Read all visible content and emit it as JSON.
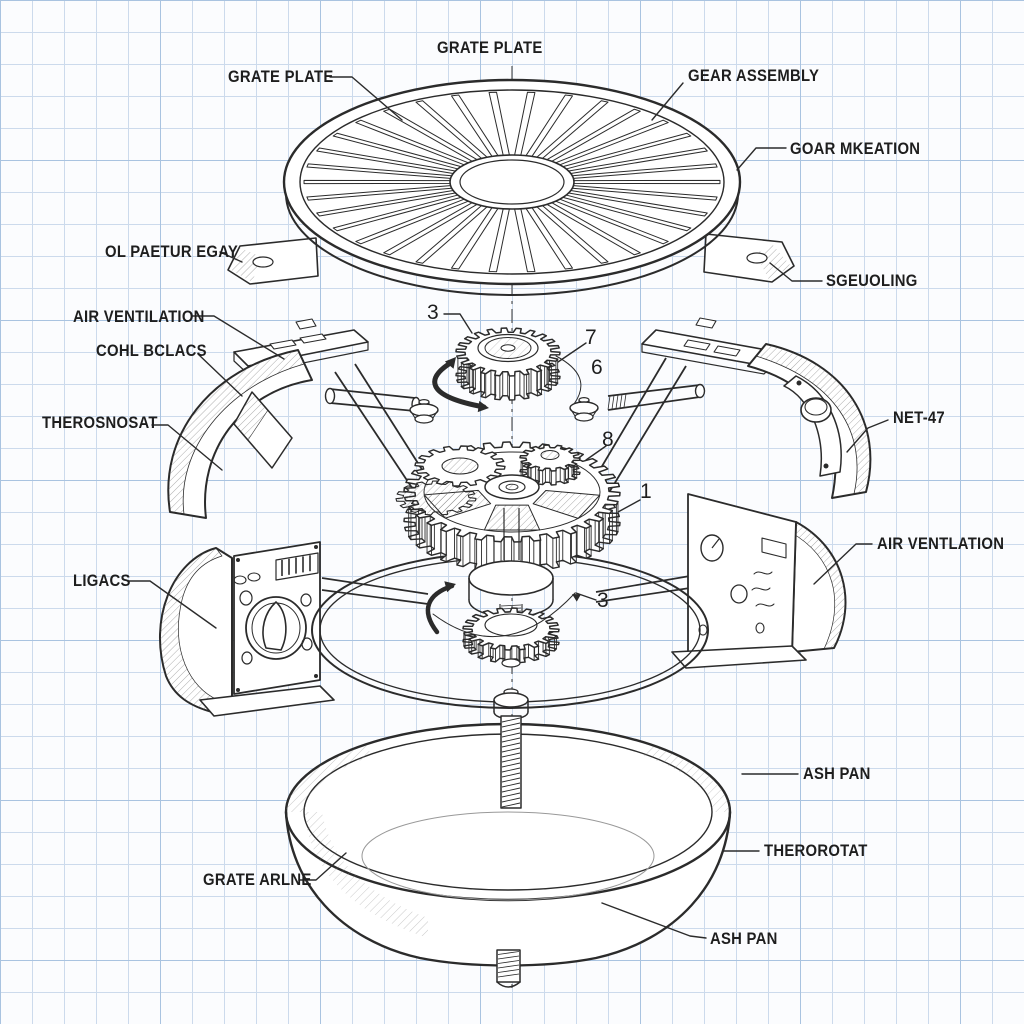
{
  "colors": {
    "paper": "#fbfcfe",
    "grid_minor": "#ccdaec",
    "grid_major": "#a9c3e0",
    "ink": "#2b2b2b"
  },
  "labels": {
    "grate_plate_top": "GRATE PLATE",
    "grate_plate_left": "GRATE PLATE",
    "gear_assembly": "GEAR ASSEMBLY",
    "goar_mkeation": "GOAR MKEATION",
    "ol_paetur_egay": "OL PAETUR EGAY",
    "sgeuoling": "SGEUOLING",
    "air_ventilation_left": "AIR VENTILATION",
    "cohl_bclacs": "COHL BCLACS",
    "therosnosat": "THEROSNOSAT",
    "net_47": "NET-47",
    "air_ventlation_right": "AIR VENTLATION",
    "ligacs": "LIGACS",
    "ash_pan_right": "ASH PAN",
    "therorotat": "THEROROTAT",
    "grate_arlne": "GRATE ARLNE",
    "ash_pan_bottom": "ASH PAN"
  },
  "part_numbers": {
    "upper_gear": "3",
    "washer_right": "7",
    "rod_right": "6",
    "pinion_on_main": "8",
    "main_gear": "1",
    "lower_gear": "3"
  }
}
